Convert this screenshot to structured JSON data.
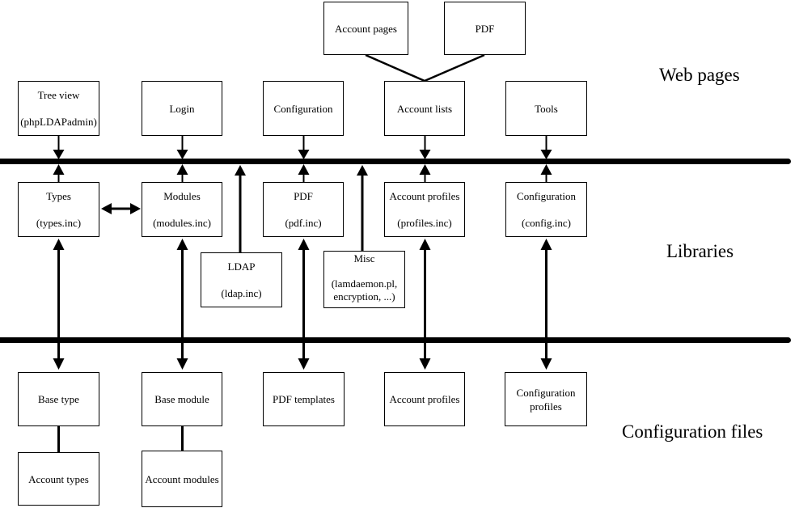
{
  "layers": {
    "web_pages": {
      "label": "Web pages"
    },
    "libraries": {
      "label": "Libraries"
    },
    "configuration_files": {
      "label": "Configuration files"
    }
  },
  "boxes": {
    "account_pages": {
      "label": "Account pages"
    },
    "pdf_page": {
      "label": "PDF"
    },
    "tree_view": {
      "line1": "Tree view",
      "line2": "(phpLDAPadmin)"
    },
    "login": {
      "label": "Login"
    },
    "configuration_page": {
      "label": "Configuration"
    },
    "account_lists": {
      "label": "Account lists"
    },
    "tools": {
      "label": "Tools"
    },
    "types_lib": {
      "line1": "Types",
      "line2": "(types.inc)"
    },
    "modules_lib": {
      "line1": "Modules",
      "line2": "(modules.inc)"
    },
    "pdf_lib": {
      "line1": "PDF",
      "line2": "(pdf.inc)"
    },
    "account_profiles_lib": {
      "line1": "Account profiles",
      "line2": "(profiles.inc)"
    },
    "configuration_lib": {
      "line1": "Configuration",
      "line2": "(config.inc)"
    },
    "ldap_lib": {
      "line1": "LDAP",
      "line2": "(ldap.inc)"
    },
    "misc_lib": {
      "line1": "Misc",
      "line2": "(lamdaemon.pl,",
      "line3": "encryption, ...)"
    },
    "base_type": {
      "label": "Base type"
    },
    "base_module": {
      "label": "Base module"
    },
    "pdf_templates": {
      "label": "PDF templates"
    },
    "account_profiles_file": {
      "label": "Account profiles"
    },
    "configuration_profiles_file": {
      "line1": "Configuration",
      "line2": "profiles"
    },
    "account_types": {
      "label": "Account types"
    },
    "account_modules": {
      "label": "Account modules"
    }
  },
  "colors": {
    "background": "#ffffff",
    "line": "#000000",
    "box_border": "#000000",
    "text": "#000000"
  }
}
